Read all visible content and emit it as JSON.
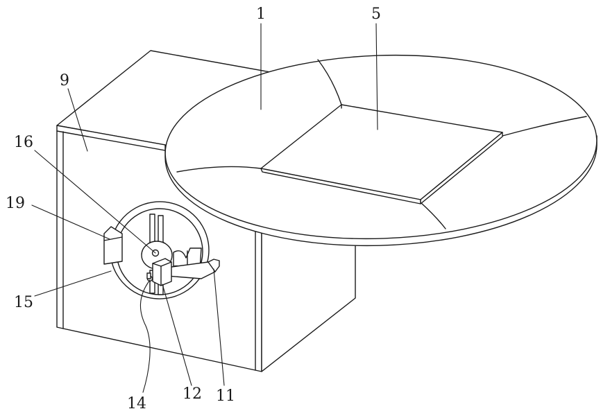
{
  "figure": {
    "labels": [
      {
        "id": "1",
        "text": "1"
      },
      {
        "id": "5",
        "text": "5"
      },
      {
        "id": "9",
        "text": "9"
      },
      {
        "id": "16",
        "text": "16"
      },
      {
        "id": "19",
        "text": "19"
      },
      {
        "id": "15",
        "text": "15"
      },
      {
        "id": "14",
        "text": "14"
      },
      {
        "id": "12",
        "text": "12"
      },
      {
        "id": "11",
        "text": "11"
      }
    ]
  }
}
